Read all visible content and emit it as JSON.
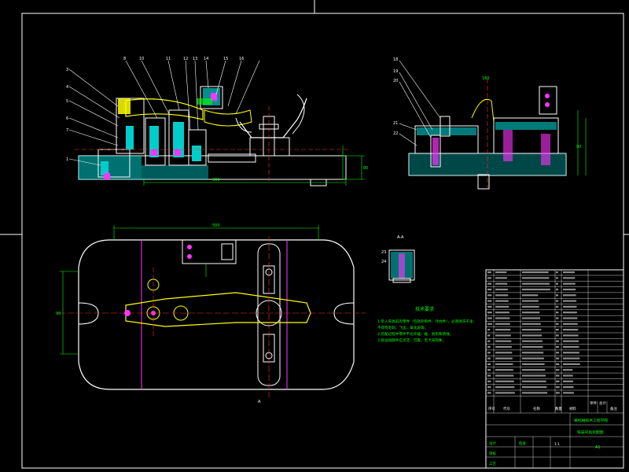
{
  "colors": {
    "background": "#000000",
    "outline": "#ffffff",
    "part": "#ffff00",
    "hatch": "#00cccc",
    "centerline": "#ff3333",
    "magenta": "#ff33ff",
    "dimension": "#00ff00"
  },
  "front_view": {
    "callouts": [
      "8",
      "10",
      "11",
      "12",
      "13",
      "14",
      "15",
      "16",
      "3",
      "4",
      "5",
      "6",
      "7",
      "1"
    ],
    "dimensions": [
      "300",
      "80"
    ]
  },
  "side_view": {
    "callouts": [
      "18",
      "19",
      "20",
      "21",
      "22"
    ],
    "dimensions": [
      "90",
      "160"
    ]
  },
  "plan_view": {
    "dimensions": [
      "500",
      "90"
    ],
    "section_mark": "A"
  },
  "detail": {
    "title": "A-A",
    "callouts": [
      "23",
      "24"
    ]
  },
  "notes": {
    "title": "技术要求",
    "lines": [
      "1.装入夹具前的零件（包括外购件、外协件），必须清洗干净，",
      "  不得有毛刺、飞边、氧化皮等；",
      "2.装配过程中零件不允许磕、碰、划伤和锈蚀；",
      "3.各运动部件应灵活、可靠，无卡滞现象。"
    ]
  },
  "title_block": {
    "school": "某机械技术工程学院",
    "drawing_name": "铣床夹具装配图",
    "scale": "1:1",
    "sheet_size": "A1",
    "header_labels": [
      "序号",
      "代号",
      "名称",
      "数量",
      "材料",
      "单件",
      "总计",
      "备注"
    ],
    "sign_labels": [
      "设计",
      "审核",
      "工艺",
      "批准"
    ]
  }
}
